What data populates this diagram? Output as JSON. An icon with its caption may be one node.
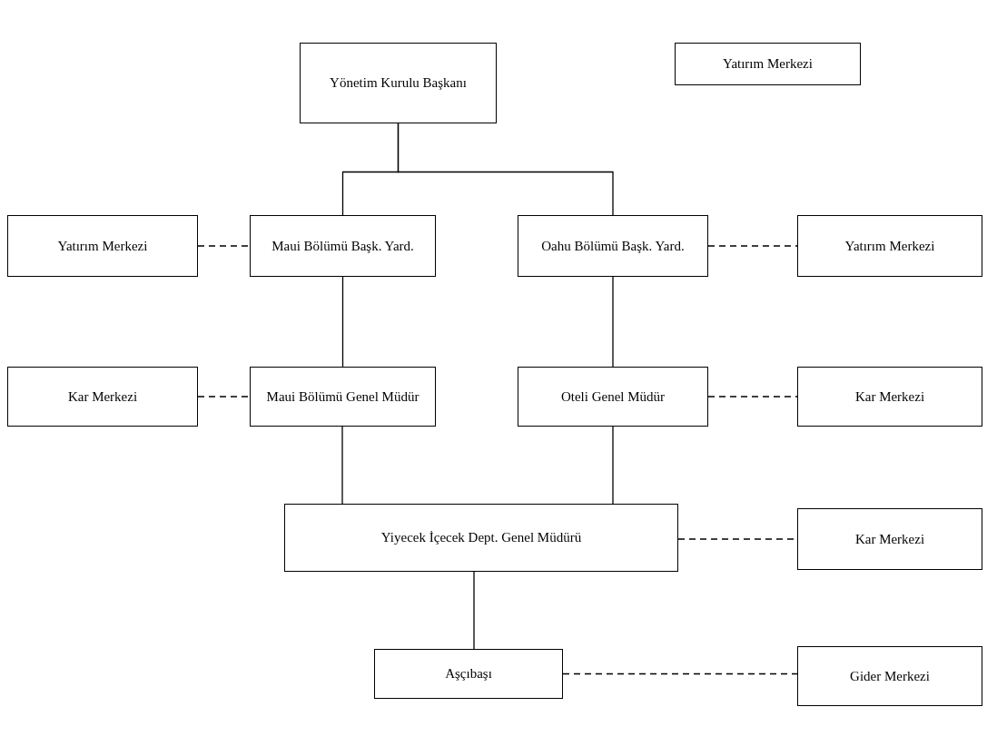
{
  "diagram": {
    "nodes": [
      {
        "text": [
          "Yönetim Kurulu Başkanı"
        ]
      },
      {
        "text": [
          "Yatırım Merkezi"
        ]
      },
      {
        "text": [
          "Yatırım Merkezi"
        ]
      },
      {
        "text": [
          "Maui Bölümü Başk. Yard."
        ]
      },
      {
        "text": [
          "Oahu Bölümü Başk. Yard."
        ]
      },
      {
        "text": [
          "Yatırım Merkezi"
        ]
      },
      {
        "text": [
          "Kar Merkezi"
        ]
      },
      {
        "text": [
          "Maui Bölümü Genel Müdür"
        ]
      },
      {
        "text": [
          "Oteli Genel Müdür"
        ]
      },
      {
        "text": [
          "Kar Merkezi"
        ]
      },
      {
        "text": [
          "Yiyecek İçecek Dept. Genel Müdürü"
        ]
      },
      {
        "text": [
          "Kar Merkezi"
        ]
      },
      {
        "text": [
          "Aşçıbaşı"
        ]
      },
      {
        "text": [
          "Gider Merkezi"
        ]
      }
    ],
    "edges": [
      {
        "from": 0,
        "to": 3,
        "arrow": "none"
      },
      {
        "from": 0,
        "to": 4,
        "arrow": "none"
      },
      {
        "from": 2,
        "to": 3,
        "arrow": "none",
        "style": "dashed"
      },
      {
        "from": 4,
        "to": 5,
        "arrow": "none",
        "style": "dashed"
      },
      {
        "from": 3,
        "to": 7,
        "arrow": "none"
      },
      {
        "from": 4,
        "to": 8,
        "arrow": "none"
      },
      {
        "from": 6,
        "to": 7,
        "arrow": "none",
        "style": "dashed"
      },
      {
        "from": 8,
        "to": 9,
        "arrow": "none",
        "style": "dashed"
      },
      {
        "from": 7,
        "to": 10,
        "arrow": "none"
      },
      {
        "from": 8,
        "to": 10,
        "arrow": "none"
      },
      {
        "from": 10,
        "to": 11,
        "arrow": "none",
        "style": "dashed"
      },
      {
        "from": 10,
        "to": 12,
        "arrow": "none"
      },
      {
        "from": 12,
        "to": 13,
        "arrow": "none",
        "style": "dashed"
      }
    ]
  }
}
